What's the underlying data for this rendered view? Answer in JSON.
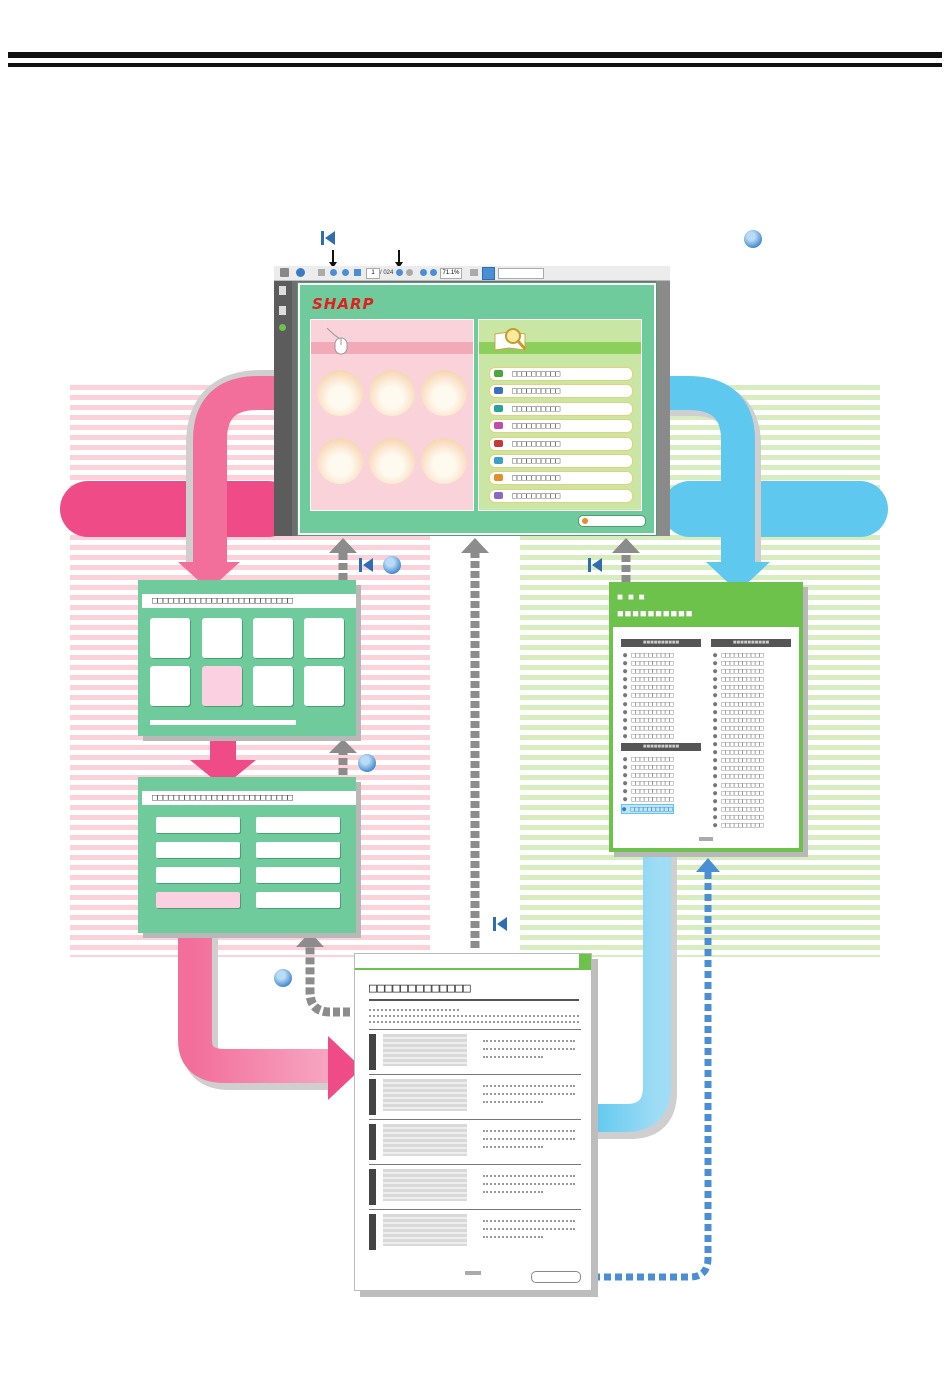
{
  "colors": {
    "pink": "#ef4b86",
    "pink_light": "#fbd2d9",
    "green_panel": "#6fcb9b",
    "green_bright": "#6cc24a",
    "blue": "#5ec8ef",
    "blue_dots": "#4a8fd6",
    "gray_arrow": "#8c8c8c"
  },
  "icons": {
    "first_page": "first-page-icon",
    "back": "back-icon",
    "mouse": "mouse-icon",
    "magnifier": "magnifier-book-icon"
  },
  "viewer": {
    "page_number": "1",
    "page_total": "/ 024",
    "zoom": "71.1%",
    "brand": "SHARP",
    "menu_items": [
      "□□□□□□□□□□",
      "□□□□□□□□□□",
      "□□□□□□□□□□",
      "□□□□□□□□□□",
      "□□□□□□□□□□",
      "□□□□□□□□□□",
      "□□□□□□□□□□",
      "□□□□□□□□□□"
    ],
    "menu_colors": [
      "#4aa83a",
      "#3a6fc4",
      "#2aa39a",
      "#c44aa8",
      "#c43a3a",
      "#3aa0c4",
      "#e0902a",
      "#8a6ac4"
    ]
  },
  "category_page": {
    "title": "□□□□□□□□□□□□□□□□□□□□□□□□□□"
  },
  "topic_page": {
    "title": "□□□□□□□□□□□□□□□□□□□□□□□□□□"
  },
  "index_page": {
    "heading_line1": "■ ■ ■",
    "heading_line2": "■■■■■■■■■■",
    "col1_header": "■■■■■■■■■■",
    "col2_header": "■■■■■■■■■■",
    "col1_group2_header": "■■■■■■■■■■",
    "col1_items": "● □□□□□□□□□□\n● □□□□□□□□□□\n● □□□□□□□□□□\n● □□□□□□□□□□\n● □□□□□□□□□□\n● □□□□□□□□□□\n● □□□□□□□□□□\n● □□□□□□□□□□\n● □□□□□□□□□□\n● □□□□□□□□□□\n● □□□□□□□□□□",
    "col1_items2": "● □□□□□□□□□□\n● □□□□□□□□□□\n● □□□□□□□□□□\n● □□□□□□□□□□\n● □□□□□□□□□□\n● □□□□□□□□□□",
    "col1_highlight": "● □□□□□□□□□□",
    "col2_items": "● □□□□□□□□□□\n● □□□□□□□□□□\n● □□□□□□□□□□\n● □□□□□□□□□□\n● □□□□□□□□□□\n● □□□□□□□□□□\n● □□□□□□□□□□\n● □□□□□□□□□□\n● □□□□□□□□□□\n● □□□□□□□□□□\n● □□□□□□□□□□\n● □□□□□□□□□□\n● □□□□□□□□□□\n● □□□□□□□□□□\n● □□□□□□□□□□\n● □□□□□□□□□□\n● □□□□□□□□□□\n● □□□□□□□□□□\n● □□□□□□□□□□\n● □□□□□□□□□□\n● □□□□□□□□□□\n● □□□□□□□□□□"
  },
  "content_page": {
    "title": "□□□□□□□□□□□□□"
  }
}
